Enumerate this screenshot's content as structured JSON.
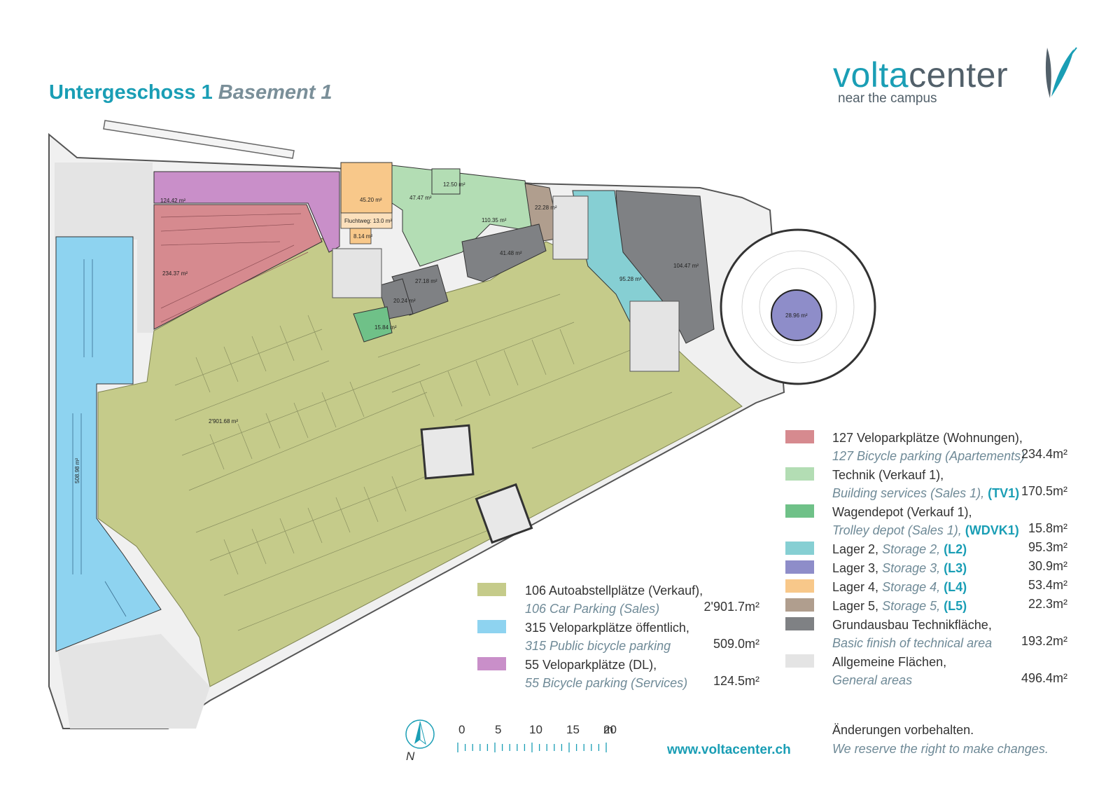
{
  "title": {
    "de": "Untergeschoss 1",
    "en": "Basement 1"
  },
  "logo": {
    "word_a": "volta",
    "word_b": "center",
    "tagline": "near the campus"
  },
  "areas": {
    "bike_dl": "124.42 m²",
    "bike_apartments": "234.37 m²",
    "storage_l4": "45.20 m²",
    "escape_route": "Fluchtweg: 13.0 m²",
    "small_orange": "8.14 m²",
    "technik_a": "47.47 m²",
    "technik_b": "12.50 m²",
    "technik_c": "110.35 m²",
    "storage_l5": "22.28 m²",
    "grey_a": "41.48 m²",
    "grey_b": "27.18 m²",
    "grey_c": "20.24 m²",
    "trolley": "15.84 m²",
    "storage_l2": "95.28 m²",
    "grey_d": "104.47 m²",
    "storage_l3": "28.96 m²",
    "car_parking": "2'901.68 m²",
    "public_bike": "508.98 m²"
  },
  "legend_left": [
    {
      "color": "#c5cb8a",
      "de": "106 Autoabstellplätze (Verkauf),",
      "en": "106 Car Parking (Sales)",
      "value": "2'901.7",
      "unit": "m²"
    },
    {
      "color": "#8ed3f0",
      "de": "315 Veloparkplätze öffentlich,",
      "en": "315 Public bicycle parking",
      "value": "509.0",
      "unit": "m²"
    },
    {
      "color": "#c98fc9",
      "de": "55 Veloparkplätze (DL),",
      "en": "55 Bicycle parking (Services)",
      "value": "124.5",
      "unit": "m²"
    }
  ],
  "legend_right": [
    {
      "color": "#d68a8f",
      "de": "127 Veloparkplätze (Wohnungen),",
      "en": "127 Bicycle parking (Apartements)",
      "code": "",
      "value": "234.4",
      "unit": "m²"
    },
    {
      "color": "#b3ddb4",
      "de": "Technik (Verkauf 1),",
      "en": "Building services (Sales 1),",
      "code": "(TV1)",
      "value": "170.5",
      "unit": "m²"
    },
    {
      "color": "#6fc188",
      "de": "Wagendepot (Verkauf 1),",
      "en": "Trolley depot (Sales 1),",
      "code": "(WDVK1)",
      "value": "15.8",
      "unit": "m²"
    },
    {
      "color": "#86cfd3",
      "de": "Lager 2,",
      "en": "Storage 2,",
      "code": "(L2)",
      "value": "95.3",
      "unit": "m²"
    },
    {
      "color": "#8e8dc9",
      "de": "Lager 3,",
      "en": "Storage 3,",
      "code": "(L3)",
      "value": "30.9",
      "unit": "m²"
    },
    {
      "color": "#f8c88a",
      "de": "Lager 4,",
      "en": "Storage 4,",
      "code": "(L4)",
      "value": "53.4",
      "unit": "m²"
    },
    {
      "color": "#b09e8e",
      "de": "Lager 5,",
      "en": "Storage 5,",
      "code": "(L5)",
      "value": "22.3",
      "unit": "m²"
    },
    {
      "color": "#7f8184",
      "de": "Grundausbau Technikfläche,",
      "en": "Basic finish of technical area",
      "code": "",
      "value": "193.2",
      "unit": "m²"
    },
    {
      "color": "#e4e4e4",
      "de": "Allgemeine Flächen,",
      "en": "General areas",
      "code": "",
      "value": "496.4",
      "unit": "m²"
    }
  ],
  "scale": {
    "ticks": [
      "0",
      "5",
      "10",
      "15",
      "20"
    ],
    "unit": "m"
  },
  "north": "N",
  "website": "www.voltacenter.ch",
  "notice": {
    "de": "Änderungen vorbehalten.",
    "en": "We reserve the right to make changes."
  },
  "colors": {
    "accent": "#1a9eb5",
    "text": "#333333",
    "italic": "#6f8a97"
  }
}
